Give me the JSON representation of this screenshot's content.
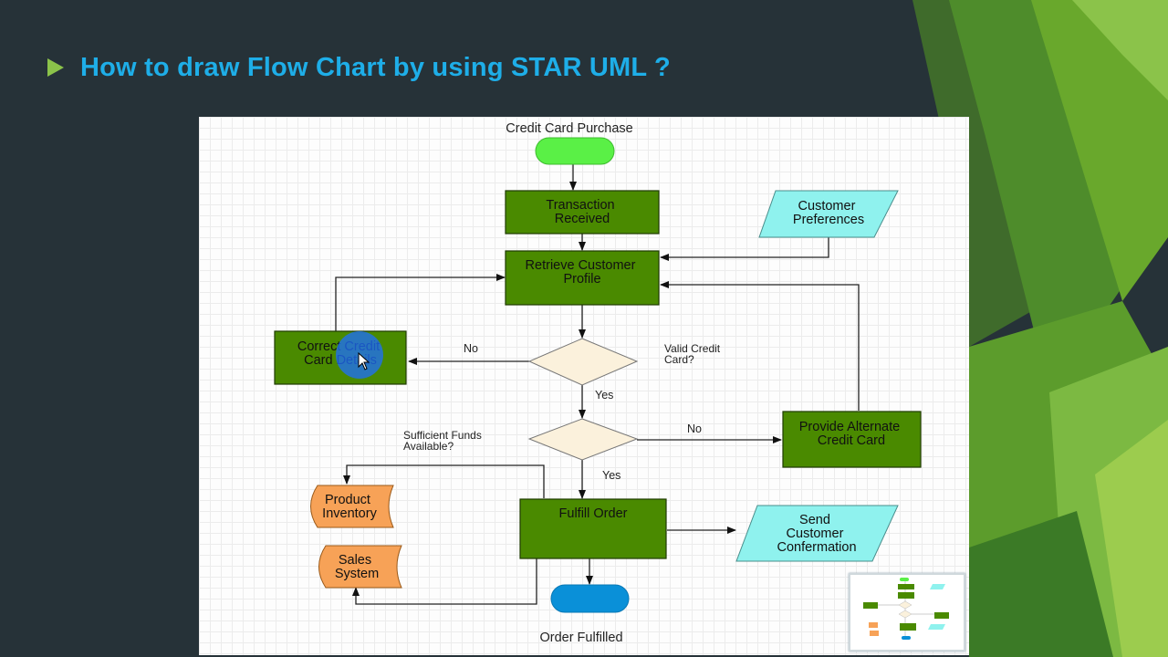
{
  "slide": {
    "title": "How to draw Flow Chart by using STAR UML ?",
    "colors": {
      "accent": "#1eaee8",
      "bullet": "#8bc34a",
      "background": "#263238"
    }
  },
  "diagram": {
    "start_label": "Credit Card Purchase",
    "end_label": "Order Fulfilled",
    "nodes": {
      "transaction": [
        "Transaction",
        "Received"
      ],
      "retrieve": [
        "Retrieve Customer",
        "Profile"
      ],
      "preferences": [
        "Customer",
        "Preferences"
      ],
      "correct": [
        "Correct Credit",
        "Card Details"
      ],
      "valid_question": [
        "Valid Credit",
        "Card?"
      ],
      "funds_question": [
        "Sufficient Funds",
        "Available?"
      ],
      "alternate": [
        "Provide Alternate",
        "Credit Card"
      ],
      "fulfill": [
        "Fulfill Order"
      ],
      "inventory": [
        "Product",
        "Inventory"
      ],
      "sales": [
        "Sales",
        "System"
      ],
      "send": [
        "Send",
        "Customer",
        "Confermation"
      ]
    },
    "edge_labels": {
      "valid_no": "No",
      "valid_yes": "Yes",
      "funds_no": "No",
      "funds_yes": "Yes"
    },
    "colors": {
      "process": "#4a8a00",
      "start": "#5af046",
      "end": "#0a90d8",
      "decision": "#fbf1dc",
      "data": "#8ff2ee",
      "storage": "#f7a257"
    }
  }
}
